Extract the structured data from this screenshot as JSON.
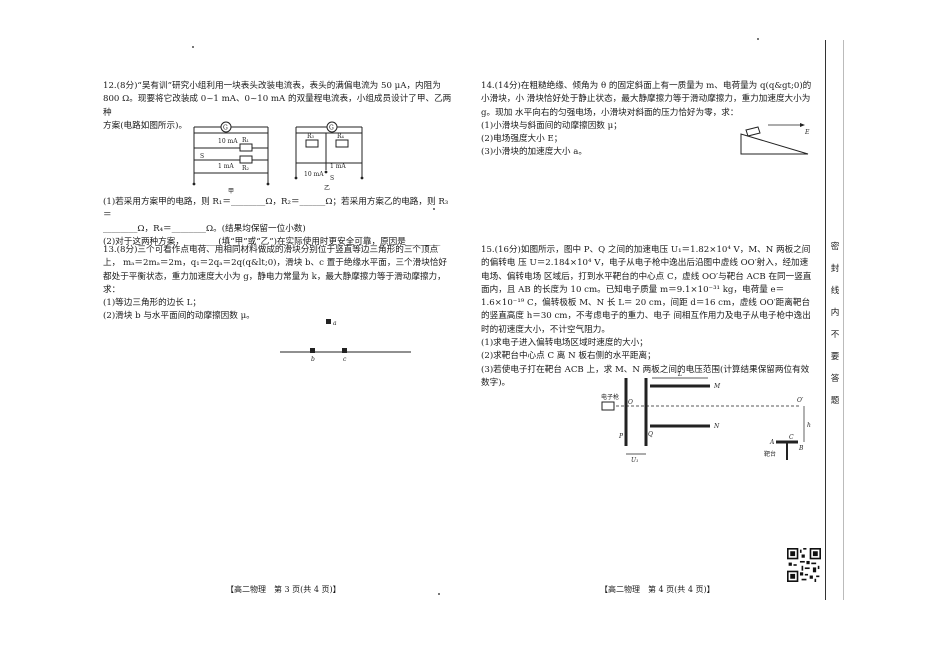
{
  "left_column": {
    "q12": {
      "lines": [
        "12.(8分)“吴有训”研究小组利用一块表头改装电流表，表头的满偏电流为 50 μA，内阻为",
        "800 Ω。现要将它改装成 0~1 mA、0~10 mA 的双量程电流表，小组成员设计了甲、乙两种",
        "方案(电路如图所示)。"
      ],
      "sub1": "(1)若采用方案甲的电路，则 R₁＝________Ω，R₂＝______Ω；若采用方案乙的电路，则 R₃＝",
      "sub1b": "________Ω，R₄＝________Ω。(结果均保留一位小数)",
      "sub2": "(2)对于这两种方案，________(填“甲”或“乙”)在实际使用时更安全可靠，原因是________",
      "fig_labels": {
        "g1": "G",
        "g2": "G",
        "r1": "R₁",
        "r2": "R₂",
        "r3": "R₃",
        "r4": "R₄",
        "s1": "S",
        "s2": "S",
        "ma10a": "10 mA",
        "ma1a": "1 mA",
        "ma10b": "10 mA",
        "ma1b": "1 mA",
        "jia": "甲",
        "yi": "乙"
      }
    },
    "q13": {
      "lines": [
        "13.(8分)三个可看作点电荷、用相同材料做成的滑块分别位于竖直等边三角形的三个顶点上，",
        "mₐ＝2mₐ＝2m，q₁＝2qₐ＝2q(q&lt;0)，滑块 b、c 置于绝缘水平面，三个滑块恰好",
        "都处于平衡状态，重力加速度大小为 g，静电力常量为 k，最大静摩擦力等于滑动摩擦力，",
        "求："
      ],
      "sub1": "(1)等边三角形的边长 L；",
      "sub2": "(2)滑块 b 与水平面间的动摩擦因数 μ。",
      "fig_labels": {
        "a": "a",
        "b": "b",
        "c": "c"
      }
    },
    "footer": "【高二物理　第 3 页(共 4 页)】"
  },
  "right_column": {
    "q14": {
      "lines": [
        "14.(14分)在粗糙绝缘、倾角为 θ 的固定斜面上有一质量为 m、电荷量为 q(q&gt;0)的小滑块，小",
        "滑块恰好处于静止状态，最大静摩擦力等于滑动摩擦力，重力加速度大小为 g。现加",
        "水平向右的匀强电场，小滑块对斜面的压力恰好为零，求："
      ],
      "sub1": "(1)小滑块与斜面间的动摩擦因数 μ；",
      "sub2": "(2)电场强度大小 E；",
      "sub3": "(3)小滑块的加速度大小 a。",
      "fig_labels": {
        "e": "E"
      }
    },
    "q15": {
      "lines": [
        "15.(16分)如图所示，图中 P、Q 之间的加速电压 U₁＝1.82×10⁴ V，M、N 两板之间的偏转电",
        "压 U＝2.184×10⁴ V，电子从电子枪中逸出后沿图中虚线 OO′射入，经加速电场、偏转电场",
        "区域后，打到水平靶台的中心点 C，虚线 OO′与靶台 ACB 在同一竖直面内，且 AB 的长度为",
        "10 cm。已知电子质量 m＝9.1×10⁻³¹ kg，电荷量 e＝1.6×10⁻¹⁹ C，偏转极板 M、N 长 L＝",
        "20 cm，间距 d＝16 cm，虚线 OO′距离靶台的竖直高度 h＝30 cm，不考虑电子的重力、电子",
        "间相互作用力及电子从电子枪中逸出时的初速度大小，不计空气阻力。"
      ],
      "sub1": "(1)求电子进入偏转电场区域时速度的大小；",
      "sub2": "(2)求靶台中心点 C 离 N 板右侧的水平距离；",
      "sub3": "(3)若使电子打在靶台 ACB 上，求 M、N 两板之间的电压范围(计算结果保留两位有效",
      "sub3b": "数字)。",
      "fig_labels": {
        "gun": "电子枪",
        "o": "O",
        "o2": "O′",
        "p": "P",
        "q": "Q",
        "m": "M",
        "n": "N",
        "l": "L",
        "u1": "U₁",
        "h": "h",
        "a": "A",
        "b": "B",
        "c": "C",
        "target": "靶台"
      }
    },
    "footer": "【高二物理　第 4 页(共 4 页)】"
  },
  "binding_text": [
    "密",
    "封",
    "线",
    "内",
    "不",
    "要",
    "答",
    "题"
  ]
}
